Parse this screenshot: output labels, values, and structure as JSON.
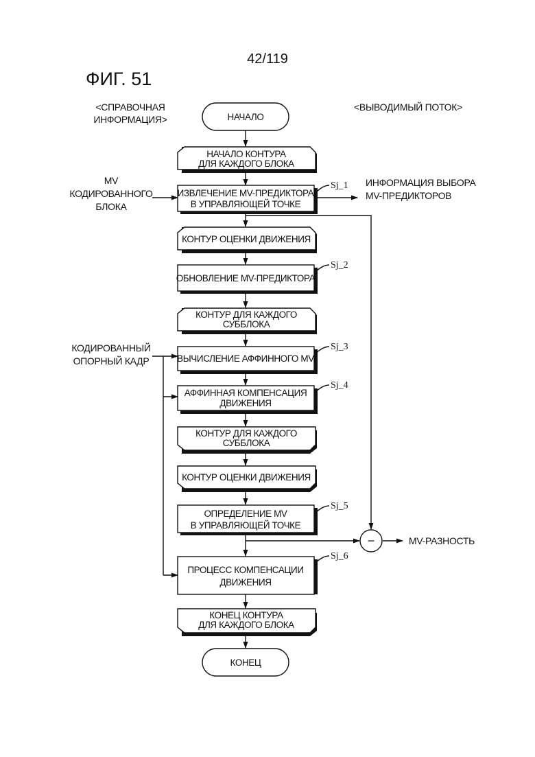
{
  "header": {
    "page_number": "42/119",
    "figure_title": "ФИГ. 51"
  },
  "columns": {
    "reference_info": [
      "<СПРАВОЧНАЯ",
      "ИНФОРМАЦИЯ>"
    ],
    "output_stream": "<ВЫВОДИМЫЙ ПОТОК>"
  },
  "inputs": {
    "mv_coded_block": [
      "MV",
      "КОДИРОВАННОГО",
      "БЛОКА"
    ],
    "coded_reference_frame": [
      "КОДИРОВАННЫЙ",
      "ОПОРНЫЙ КАДР"
    ]
  },
  "outputs": {
    "predictor_selection_info": [
      "ИНФОРМАЦИЯ ВЫБОРА",
      "MV-ПРЕДИКТОРОВ"
    ],
    "mv_difference": "MV-РАЗНОСТЬ",
    "minus_sign": "−"
  },
  "flow": {
    "start": "НАЧАЛО",
    "loop_block_start": [
      "НАЧАЛО КОНТУРА",
      "ДЛЯ КАЖДОГО БЛОКА"
    ],
    "step_sj1": [
      "ИЗВЛЕЧЕНИЕ MV-ПРЕДИКТОРА",
      "В УПРАВЛЯЮЩЕЙ ТОЧКЕ"
    ],
    "loop_me_start": "КОНТУР ОЦЕНКИ ДВИЖЕНИЯ",
    "step_sj2": "ОБНОВЛЕНИЕ MV-ПРЕДИКТОРА",
    "loop_subblock_start": [
      "КОНТУР ДЛЯ КАЖДОГО",
      "СУББЛОКА"
    ],
    "step_sj3": "ВЫЧИСЛЕНИЕ АФФИННОГО MV",
    "step_sj4": [
      "АФФИННАЯ КОМПЕНСАЦИЯ",
      "ДВИЖЕНИЯ"
    ],
    "loop_subblock_end": [
      "КОНТУР ДЛЯ КАЖДОГО",
      "СУББЛОКА"
    ],
    "loop_me_end": "КОНТУР ОЦЕНКИ ДВИЖЕНИЯ",
    "step_sj5": [
      "ОПРЕДЕЛЕНИЕ MV",
      "В УПРАВЛЯЮЩЕЙ ТОЧКЕ"
    ],
    "step_sj6": [
      "ПРОЦЕСС КОМПЕНСАЦИИ",
      "ДВИЖЕНИЯ"
    ],
    "loop_block_end": [
      "КОНЕЦ КОНТУРА",
      "ДЛЯ КАЖДОГО БЛОКА"
    ],
    "end": "КОНЕЦ"
  },
  "step_labels": {
    "sj1": "Sj_1",
    "sj2": "Sj_2",
    "sj3": "Sj_3",
    "sj4": "Sj_4",
    "sj5": "Sj_5",
    "sj6": "Sj_6"
  }
}
